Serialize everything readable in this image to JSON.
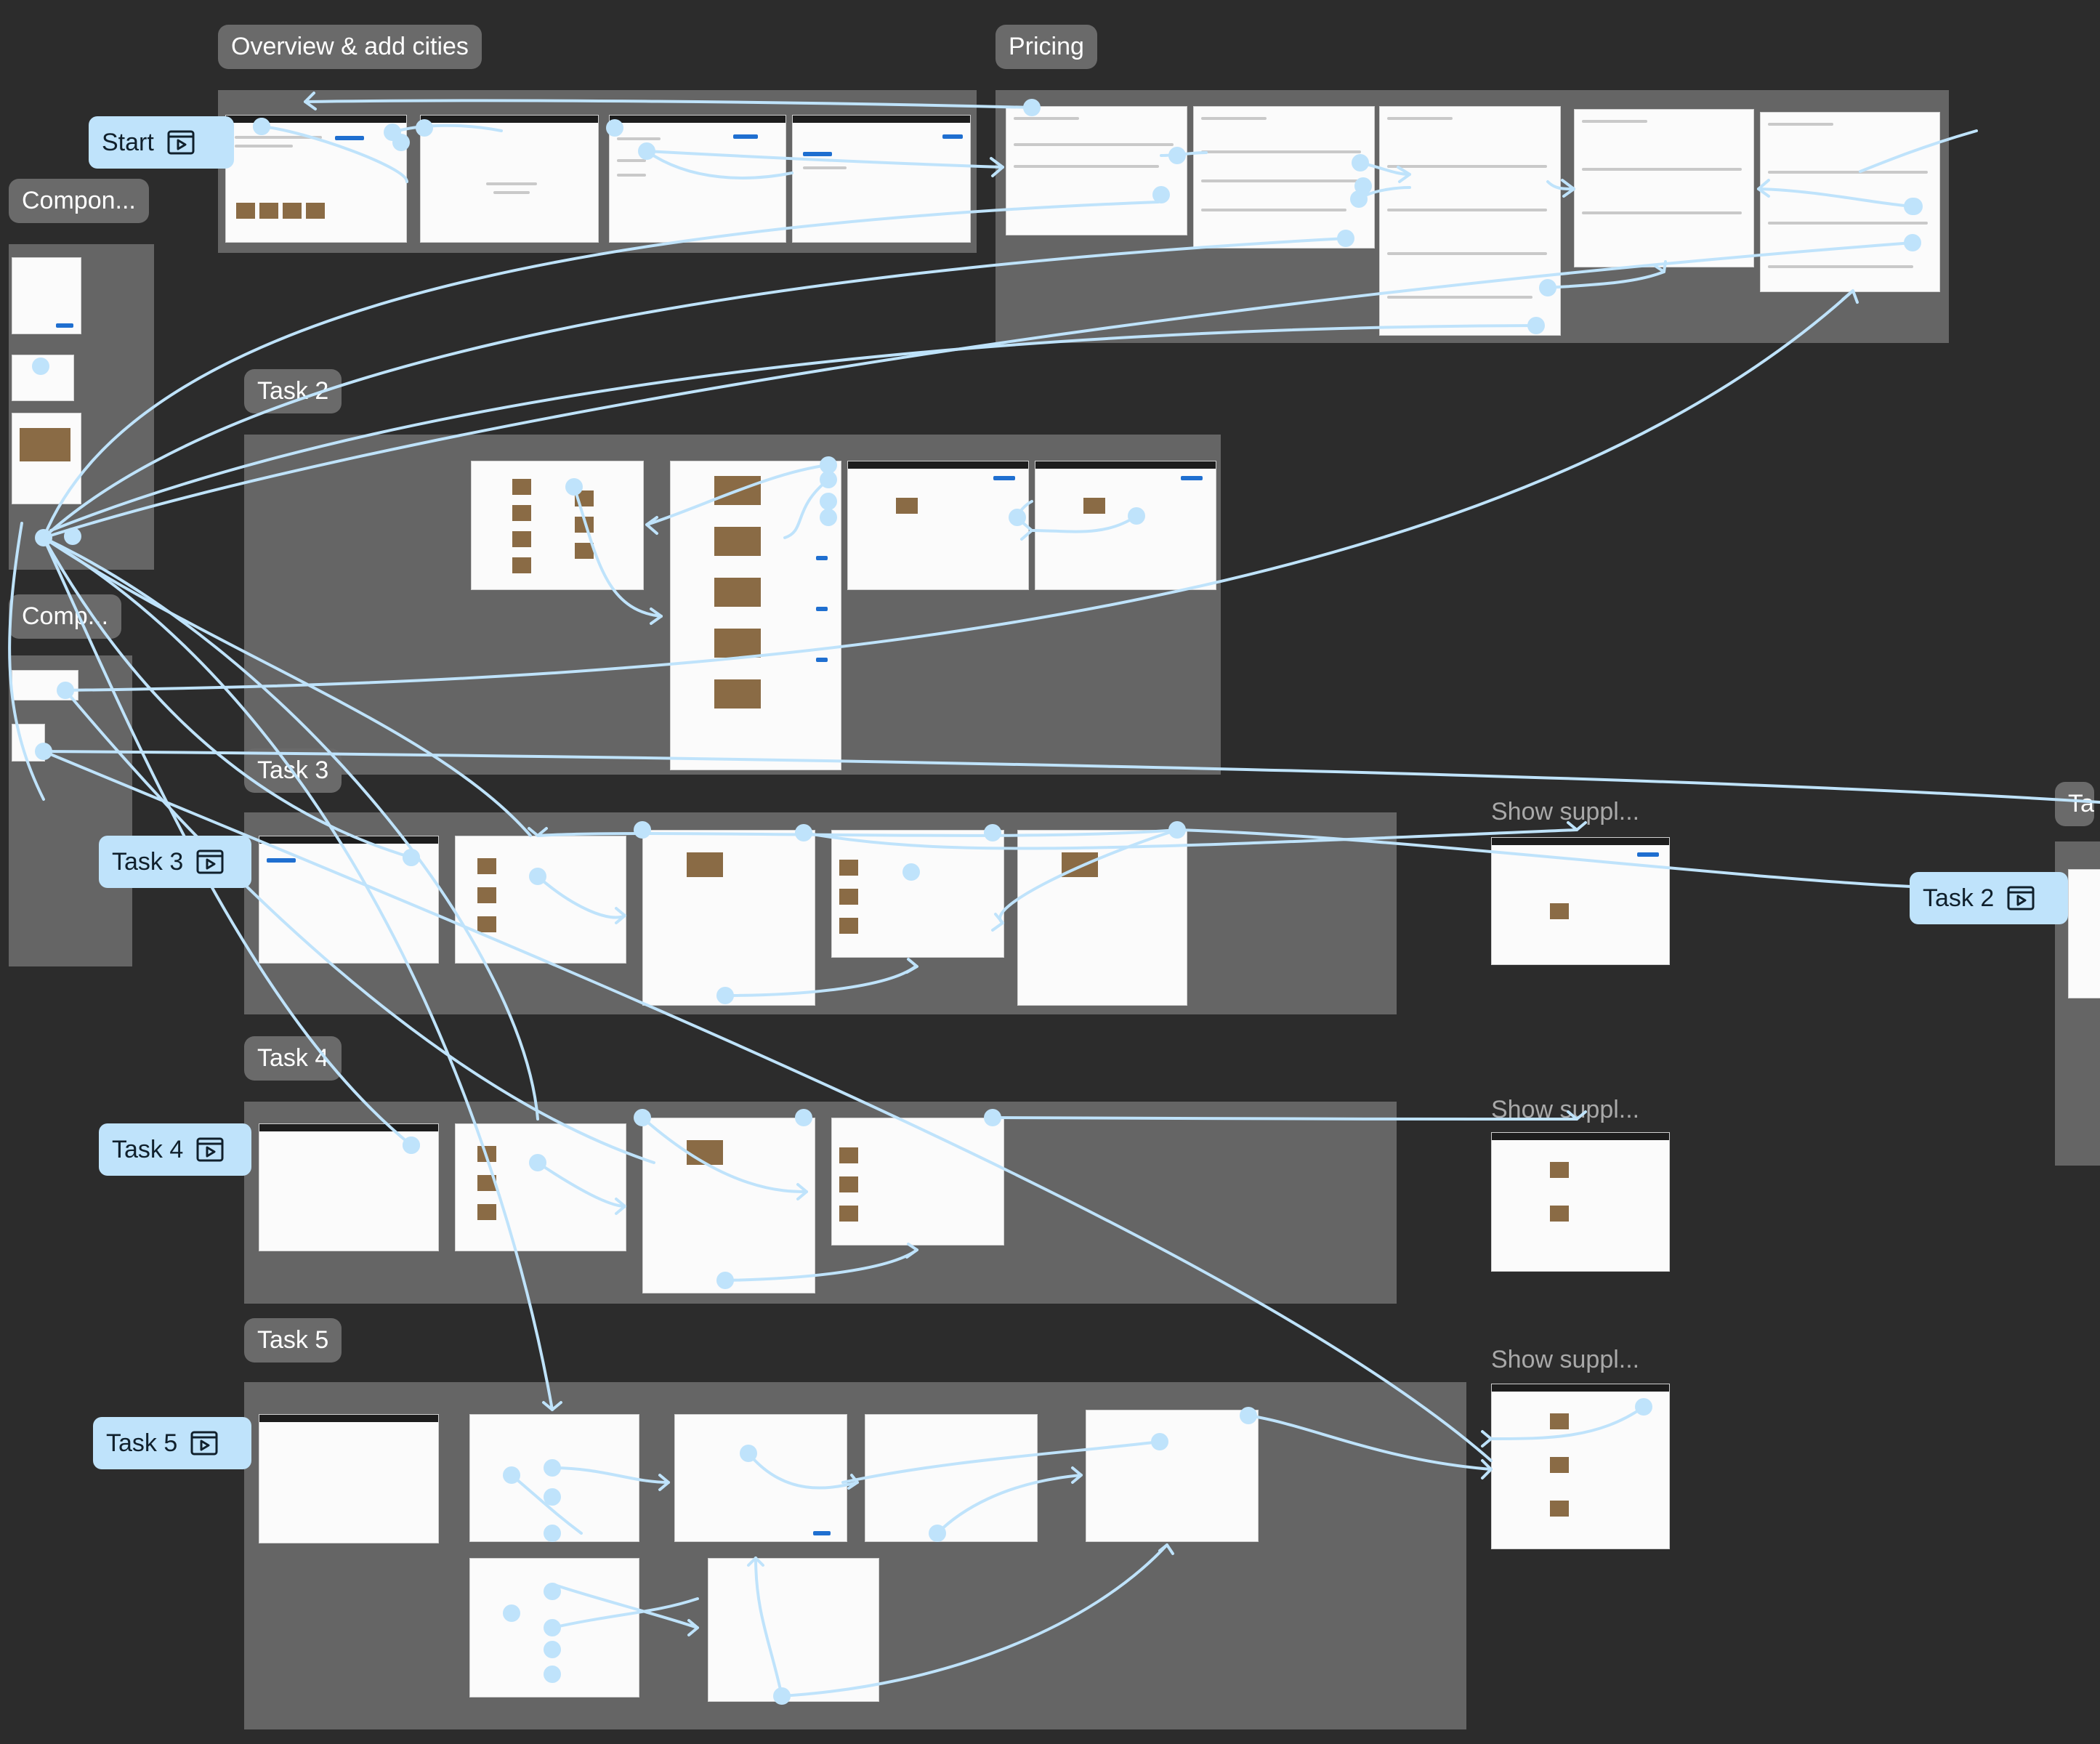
{
  "canvas": {
    "background": "#2c2c2c",
    "connector_color": "#bfe3fb"
  },
  "sections": [
    {
      "id": "overview",
      "label": "Overview & add cities"
    },
    {
      "id": "pricing",
      "label": "Pricing"
    },
    {
      "id": "components-1",
      "label": "Compon..."
    },
    {
      "id": "task-2",
      "label": "Task 2"
    },
    {
      "id": "components-2",
      "label": "Comp..."
    },
    {
      "id": "task-3",
      "label": "Task 3"
    },
    {
      "id": "task-4",
      "label": "Task 4"
    },
    {
      "id": "task-5",
      "label": "Task 5"
    },
    {
      "id": "partial-right",
      "label": "Ta"
    }
  ],
  "supplier_labels": [
    "Show suppl...",
    "Show suppl...",
    "Show suppl..."
  ],
  "flow_starts": [
    {
      "id": "start",
      "label": "Start",
      "icon": "play-frame-icon"
    },
    {
      "id": "task-3",
      "label": "Task 3",
      "icon": "play-frame-icon"
    },
    {
      "id": "task-4",
      "label": "Task 4",
      "icon": "play-frame-icon"
    },
    {
      "id": "task-5",
      "label": "Task 5",
      "icon": "play-frame-icon"
    },
    {
      "id": "task-2",
      "label": "Task 2",
      "icon": "play-frame-icon"
    }
  ]
}
